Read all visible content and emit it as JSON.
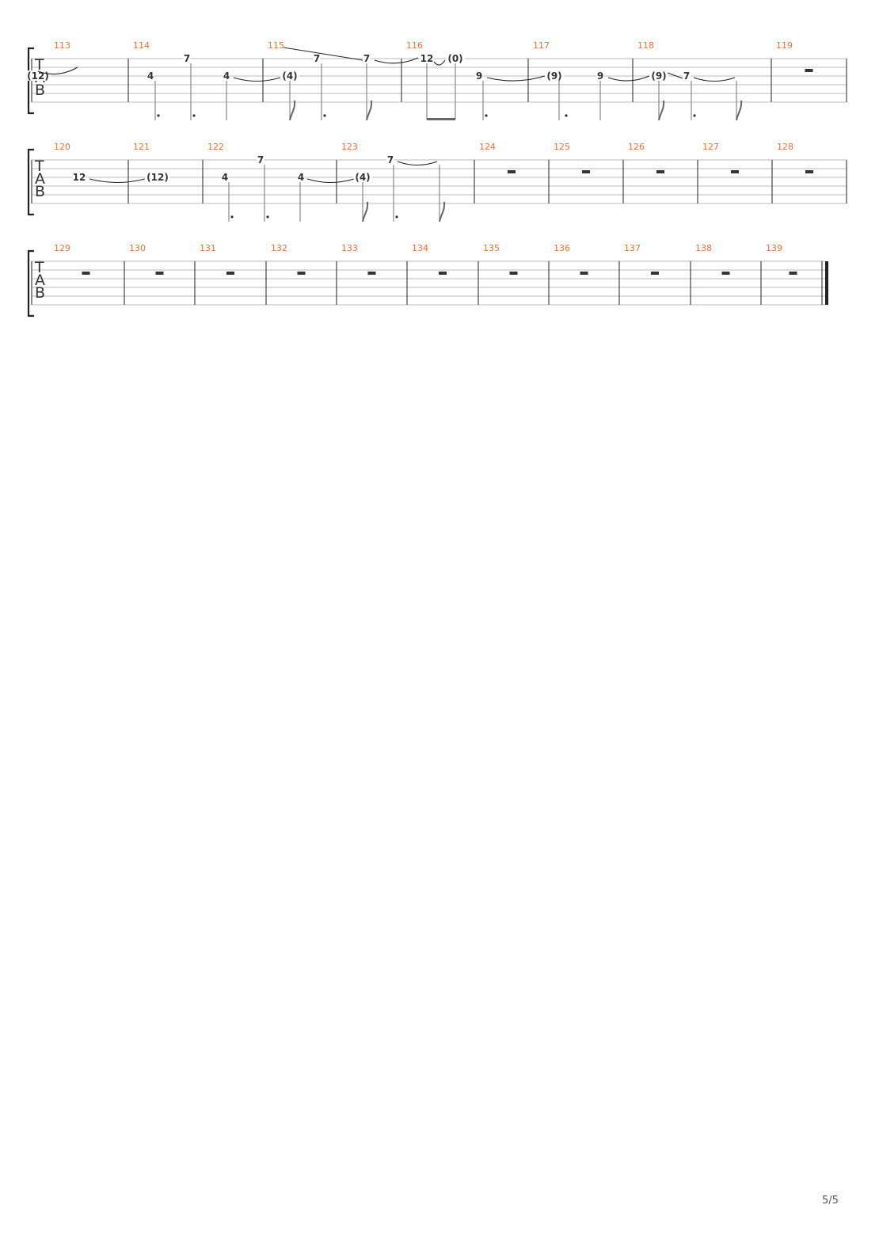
{
  "page_number": "5/5",
  "clef_letters": [
    "T",
    "A",
    "B"
  ],
  "colors": {
    "bar_number": "#e8703a",
    "note": "#333333",
    "staff_line": "#bbbbbb",
    "barline": "#444444",
    "stem": "#888888"
  },
  "systems": [
    {
      "measures": [
        {
          "number": "113",
          "notes": [
            {
              "fret": "(12)",
              "string": 3,
              "tied_from_prev": true
            }
          ]
        },
        {
          "number": "114",
          "notes": [
            {
              "fret": "4",
              "string": 3,
              "duration": "dotted-quarter"
            },
            {
              "fret": "7",
              "string": 1,
              "duration": "dotted-quarter"
            },
            {
              "fret": "4",
              "string": 3,
              "duration": "quarter",
              "tie": true
            }
          ]
        },
        {
          "number": "115",
          "notes": [
            {
              "fret": "(4)",
              "string": 3,
              "duration": "eighth"
            },
            {
              "fret": "7",
              "string": 1,
              "duration": "dotted-quarter",
              "slide": true
            },
            {
              "fret": "7",
              "string": 1,
              "duration": "eighth",
              "tie": true
            }
          ]
        },
        {
          "number": "116",
          "notes": [
            {
              "fret": "12",
              "string": 1,
              "duration": "eighth"
            },
            {
              "fret": "(0)",
              "string": 1,
              "duration": "eighth"
            },
            {
              "fret": "9",
              "string": 3,
              "duration": "dotted-quarter",
              "tie": true
            }
          ]
        },
        {
          "number": "117",
          "notes": [
            {
              "fret": "(9)",
              "string": 3,
              "duration": "dotted-quarter"
            },
            {
              "fret": "9",
              "string": 3,
              "duration": "quarter",
              "tie": true
            }
          ]
        },
        {
          "number": "118",
          "notes": [
            {
              "fret": "(9)",
              "string": 3,
              "duration": "eighth"
            },
            {
              "fret": "7",
              "string": 3,
              "duration": "dotted-quarter",
              "tie": true
            }
          ]
        },
        {
          "number": "119",
          "rest": true
        }
      ]
    },
    {
      "measures": [
        {
          "number": "120",
          "notes": [
            {
              "fret": "12",
              "string": 3,
              "tie": true
            }
          ]
        },
        {
          "number": "121",
          "notes": [
            {
              "fret": "(12)",
              "string": 3
            }
          ]
        },
        {
          "number": "122",
          "notes": [
            {
              "fret": "4",
              "string": 3,
              "duration": "dotted-quarter"
            },
            {
              "fret": "7",
              "string": 1,
              "duration": "dotted-quarter"
            },
            {
              "fret": "4",
              "string": 3,
              "duration": "quarter",
              "tie": true
            }
          ]
        },
        {
          "number": "123",
          "notes": [
            {
              "fret": "(4)",
              "string": 3,
              "duration": "eighth"
            },
            {
              "fret": "7",
              "string": 1,
              "duration": "dotted-quarter",
              "tie": true
            }
          ]
        },
        {
          "number": "124",
          "rest": true
        },
        {
          "number": "125",
          "rest": true
        },
        {
          "number": "126",
          "rest": true
        },
        {
          "number": "127",
          "rest": true
        },
        {
          "number": "128",
          "rest": true
        }
      ]
    },
    {
      "measures": [
        {
          "number": "129",
          "rest": true
        },
        {
          "number": "130",
          "rest": true
        },
        {
          "number": "131",
          "rest": true
        },
        {
          "number": "132",
          "rest": true
        },
        {
          "number": "133",
          "rest": true
        },
        {
          "number": "134",
          "rest": true
        },
        {
          "number": "135",
          "rest": true
        },
        {
          "number": "136",
          "rest": true
        },
        {
          "number": "137",
          "rest": true
        },
        {
          "number": "138",
          "rest": true
        },
        {
          "number": "139",
          "rest": true,
          "final": true
        }
      ]
    }
  ]
}
